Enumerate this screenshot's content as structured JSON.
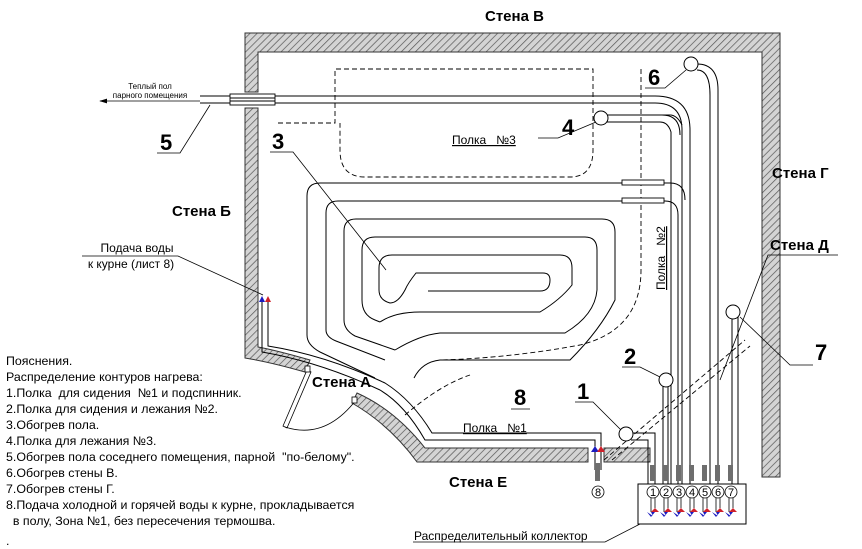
{
  "walls": {
    "a": "Стена А",
    "b": "Стена Б",
    "v": "Стена В",
    "g": "Стена Г",
    "d": "Стена Д",
    "e": "Стена Е"
  },
  "shelves": {
    "shelf1": "Полка   №1",
    "shelf2": "Полка   №2",
    "shelf3": "Полка   №3"
  },
  "callouts": {
    "c1": "1",
    "c2": "2",
    "c3": "3",
    "c4": "4",
    "c5": "5",
    "c6": "6",
    "c7": "7",
    "c8": "8"
  },
  "annotations": {
    "warm_floor_line1": "Теплый пол",
    "warm_floor_line2": "парного помещения",
    "water_supply_line1": "Подача воды",
    "water_supply_line2": "к курне (лист 8)",
    "collector": "Распределительный коллектор"
  },
  "collector_ports": [
    "1",
    "2",
    "3",
    "4",
    "5",
    "6",
    "7"
  ],
  "water_port": "8",
  "legend": {
    "title": "Пояснения.",
    "subtitle": "Распределение контуров нагрева:",
    "items": [
      "1.Полка  для сидения  №1 и подспинник.",
      "2.Полка для сидения и лежания №2.",
      "3.Обогрев пола.",
      "4.Полка для лежания №3.",
      "5.Обогрев пола соседнего помещения, парной  \"по-белому\".",
      "6.Обогрев стены В.",
      "7.Обогрев стены Г.",
      "8.Подача холодной и горячей воды к курне, прокладывается",
      "  в полу, Зона №1, без пересечения термошва."
    ],
    "footer": "."
  },
  "colors": {
    "hot": "#d0202a",
    "cold": "#1a1ac0",
    "wall_fill": "#c8c8c8",
    "pipe_sleeve": "#6e6e6e"
  }
}
